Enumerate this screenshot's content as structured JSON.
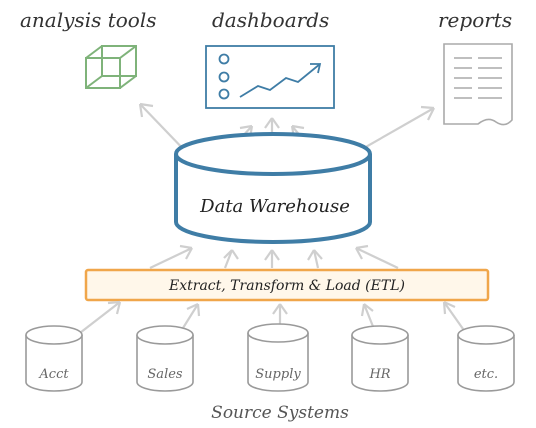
{
  "consumers": {
    "analysis_tools": "analysis tools",
    "dashboards": "dashboards",
    "reports": "reports"
  },
  "warehouse": {
    "label": "Data Warehouse"
  },
  "etl": {
    "label": "Extract, Transform & Load (ETL)"
  },
  "sources": {
    "items": [
      "Acct",
      "Sales",
      "Supply",
      "HR",
      "etc."
    ],
    "caption": "Source Systems"
  },
  "colors": {
    "accent_blue": "#3f7da6",
    "etl_orange": "#f0a64a",
    "etl_fill": "#fff7ea",
    "cube_green": "#7fb37a",
    "arrow_gray": "#cfcfcf",
    "source_gray": "#9a9a9a"
  }
}
